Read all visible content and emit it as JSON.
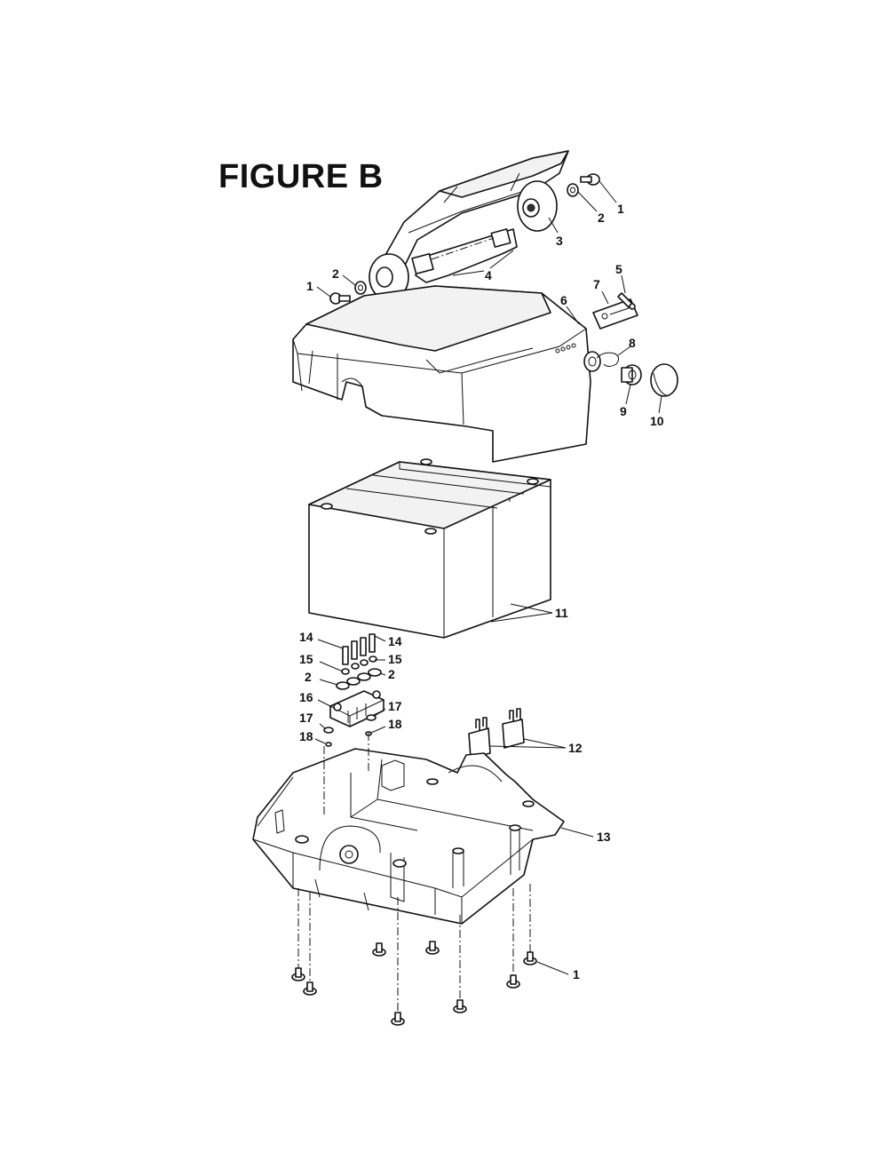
{
  "figure": {
    "title": "FIGURE B"
  },
  "callouts": {
    "c1a": "1",
    "c2a": "2",
    "c3": "3",
    "c4": "4",
    "c1b": "1",
    "c2b": "2",
    "c5": "5",
    "c6": "6",
    "c7": "7",
    "c8": "8",
    "c9": "9",
    "c10": "10",
    "c11": "11",
    "c14a": "14",
    "c14b": "14",
    "c15a": "15",
    "c15b": "15",
    "c2c": "2",
    "c2d": "2",
    "c16": "16",
    "c17a": "17",
    "c17b": "17",
    "c18a": "18",
    "c18b": "18",
    "c12": "12",
    "c13": "13",
    "c1c": "1"
  },
  "colors": {
    "line": "#111111",
    "paper": "#ffffff",
    "shade": "#f2f2f2"
  }
}
